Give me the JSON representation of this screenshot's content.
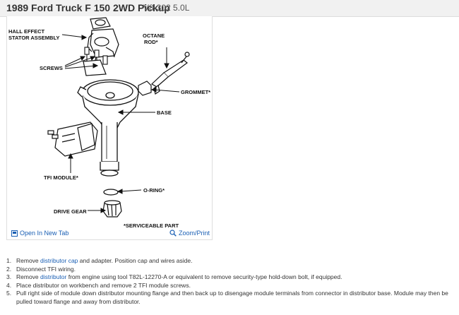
{
  "header": {
    "vehicle": "1989 Ford Truck F 150 2WD Pickup",
    "engine": "V8-302 5.0L"
  },
  "figure": {
    "labels": {
      "hall_effect_line1": "HALL EFFECT",
      "hall_effect_line2": "STATOR ASSEMBLY",
      "octane_line1": "OCTANE",
      "octane_line2": "ROD*",
      "screws": "SCREWS",
      "grommet": "GROMMET*",
      "base": "BASE",
      "tfi_module": "TFI MODULE*",
      "o_ring": "O-RING*",
      "drive_gear": "DRIVE GEAR",
      "serviceable": "*SERVICEABLE PART"
    },
    "open_in_new_tab": "Open In New Tab",
    "zoom_print": "Zoom/Print"
  },
  "steps": [
    {
      "num": "1.",
      "before": "Remove ",
      "link": "distributor cap",
      "after": " and adapter. Position cap and wires aside."
    },
    {
      "num": "2.",
      "before": "Disconnect TFI wiring.",
      "link": "",
      "after": ""
    },
    {
      "num": "3.",
      "before": "Remove ",
      "link": "distributor",
      "after": " from engine using tool T82L-12270-A or equivalent to remove security-type hold-down bolt, if equipped."
    },
    {
      "num": "4.",
      "before": "Place distributor on workbench and remove 2 TFI module screws.",
      "link": "",
      "after": ""
    },
    {
      "num": "5.",
      "before": "Pull right side of module down distributor mounting flange and then back up to disengage module terminals from connector in distributor base. Module may then be pulled toward flange and away from distributor.",
      "link": "",
      "after": ""
    }
  ],
  "colors": {
    "link": "#1a5fb4",
    "header_bg": "#f1f1f1"
  }
}
